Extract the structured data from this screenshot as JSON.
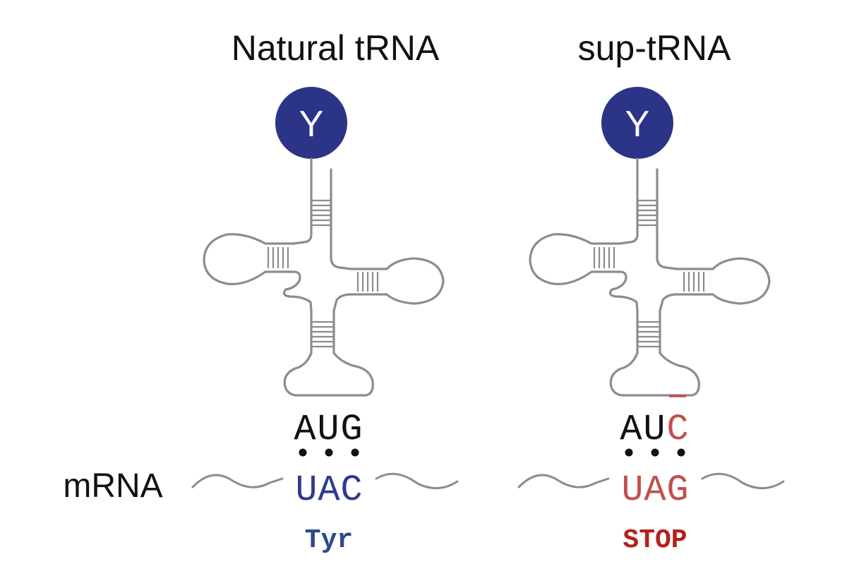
{
  "panels": [
    {
      "id": "natural",
      "title": "Natural tRNA",
      "amino_acid_symbol": "Y",
      "anticodon": [
        "A",
        "U",
        "G"
      ],
      "codon": [
        "U",
        "A",
        "C"
      ],
      "product_label": "Tyr",
      "anticodon_highlight_index": -1,
      "codon_color": "#2e3a8c",
      "label_color": "#2d4a8a"
    },
    {
      "id": "suppressor",
      "title": "sup-tRNA",
      "amino_acid_symbol": "Y",
      "anticodon": [
        "A",
        "U",
        "C"
      ],
      "codon": [
        "U",
        "A",
        "G"
      ],
      "product_label": "STOP",
      "anticodon_highlight_index": 2,
      "codon_color": "#c0504d",
      "label_color": "#b3221c"
    }
  ],
  "mrna_label": "mRNA",
  "colors": {
    "amino_acid_circle": "#2b3486",
    "amino_acid_text": "#ffffff",
    "trna_outline": "#8c8c8c",
    "anticodon_text": "#111111",
    "mutation_highlight": "#c0504d",
    "pairing_dots": "#111111"
  }
}
